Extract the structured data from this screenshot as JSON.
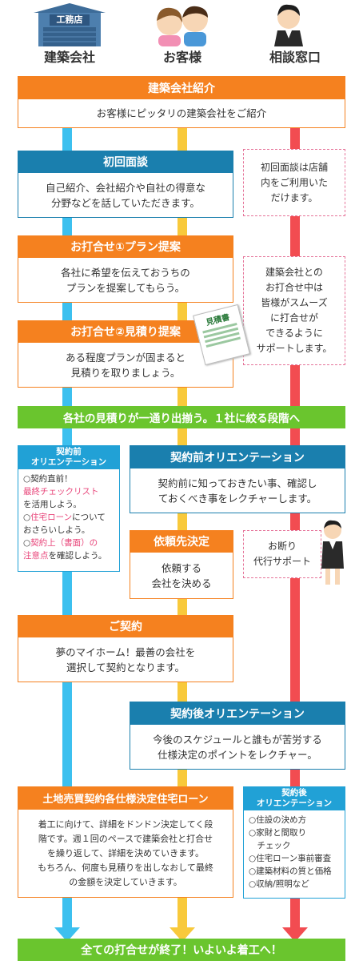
{
  "columns": {
    "builder": "建築会社",
    "customer": "お客様",
    "counter": "相談窓口"
  },
  "icons": {
    "builder": "builder-building-icon",
    "customer": "couple-icon",
    "counter": "staff-woman-icon"
  },
  "shop_sign": "工務店",
  "steps": {
    "intro": {
      "title": "建築会社紹介",
      "body": "お客様にピッタリの建築会社をご紹介"
    },
    "first": {
      "title": "初回面談",
      "body1": "自己紹介、会社紹介や自社の得意な",
      "body2": "分野などを話していただきます。"
    },
    "first_note": {
      "l1": "初回面談は店舗",
      "l2": "内をご利用いた",
      "l3": "だけます。"
    },
    "plan": {
      "title": "お打合せ①プラン提案",
      "body1": "各社に希望を伝えておうちの",
      "body2": "プランを提案してもらう。"
    },
    "support_note": {
      "l1": "建築会社との",
      "l2": "お打合せ中は",
      "l3": "皆様がスムーズ",
      "l4": "に打合せが",
      "l5": "できるように",
      "l6": "サポートします。"
    },
    "estimate": {
      "title": "お打合せ②見積り提案",
      "body1": "ある程度プランが固まると",
      "body2": "見積りを取りましょう。"
    },
    "estimate_doc": "見積書",
    "green1": "各社の見積りが一通り出揃う。１社に絞る段階へ",
    "pre_small": {
      "t1": "契約前",
      "t2": "オリエンテーション",
      "i1": "○契約直前！",
      "i2": "最終チェックリスト",
      "i3": "を活用しよう。",
      "i4a": "○",
      "i4b": "住宅ローン",
      "i4c": "について",
      "i5": "おさらいしよう。",
      "i6a": "○",
      "i6b": "契約上（書面）の",
      "i7a": "注意点",
      "i7b": "を確認しよう。"
    },
    "pre": {
      "title": "契約前オリエンテーション",
      "body1": "契約前に知っておきたい事、確認し",
      "body2": "ておくべき事をレクチャーします。"
    },
    "decide": {
      "title": "依頼先決定",
      "body1": "依頼する",
      "body2": "会社を決める"
    },
    "decline_note": {
      "l1": "お断り",
      "l2": "代行サポート"
    },
    "contract": {
      "title": "ご契約",
      "body1": "夢のマイホーム！最善の会社を",
      "body2": "選択して契約となります。"
    },
    "post": {
      "title": "契約後オリエンテーション",
      "body1": "今後のスケジュールと誰もが苦労する",
      "body2": "仕様決定のポイントをレクチャー。"
    },
    "loan": {
      "title": "土地売買契約各仕様決定住宅ローン",
      "b1": "着工に向けて、詳細をドンドン決定してく段",
      "b2": "階です。週１回のペースで建築会社と打合せ",
      "b3": "を繰り返して、詳細を決めていきます。",
      "b4": "もちろん、何度も見積りを出しなおして最終",
      "b5": "の金額を決定していきます。"
    },
    "post_small": {
      "t1": "契約後",
      "t2": "オリエンテーション",
      "i1": "○住設の決め方",
      "i2": "○家財と間取り",
      "i3": "　チェック",
      "i4": "○住宅ローン事前審査",
      "i5": "○建築材料の質と価格",
      "i6": "○収納/照明など"
    },
    "final": "全ての打合せが終了！いよいよ着工へ！"
  },
  "colors": {
    "orange": "#f5811f",
    "blue": "#1a7fae",
    "light_blue": "#3cc0ef",
    "yellow": "#f8c93b",
    "red": "#f24c51",
    "green": "#6ac52e",
    "pink": "#e8457a"
  }
}
